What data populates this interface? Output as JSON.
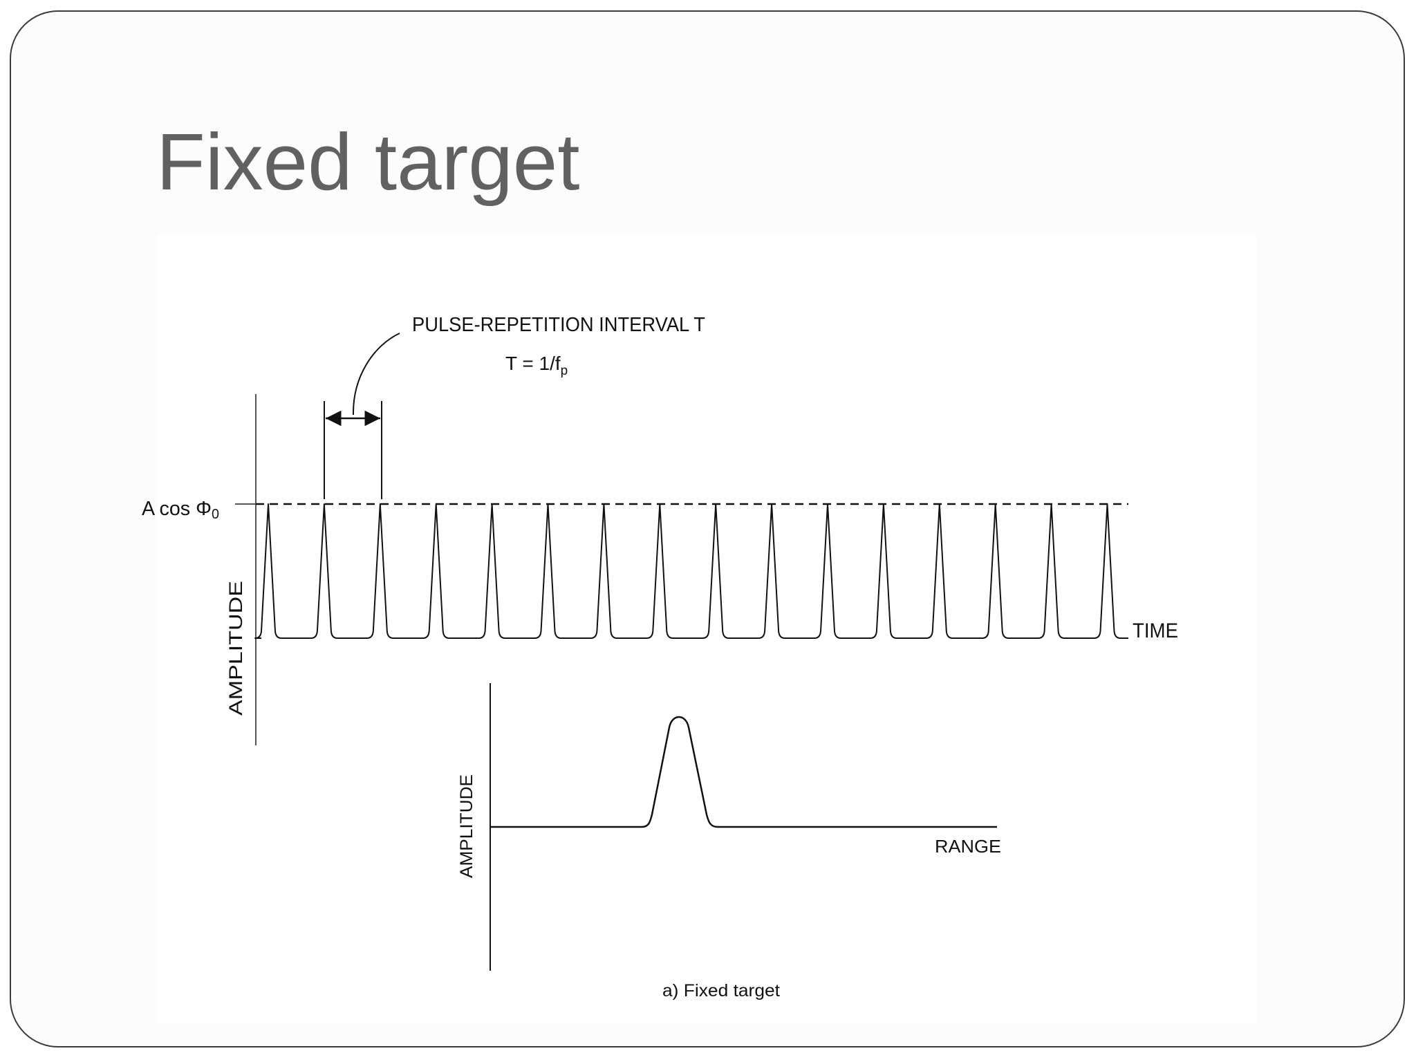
{
  "slide": {
    "title": "Fixed target"
  },
  "diagram": {
    "interval_label": "PULSE-REPETITION INTERVAL T",
    "interval_formula": "T = 1/f",
    "interval_formula_subscript": "p",
    "peak_level_label": "A cos Φ",
    "peak_level_subscript": "0",
    "top_y_axis_label": "AMPLITUDE",
    "top_x_axis_label": "TIME",
    "bottom_y_axis_label": "AMPLITUDE",
    "bottom_x_axis_label": "RANGE",
    "caption": "a) Fixed target",
    "pulse_count": 16,
    "line_color": "#111111",
    "title_color": "#616161"
  }
}
